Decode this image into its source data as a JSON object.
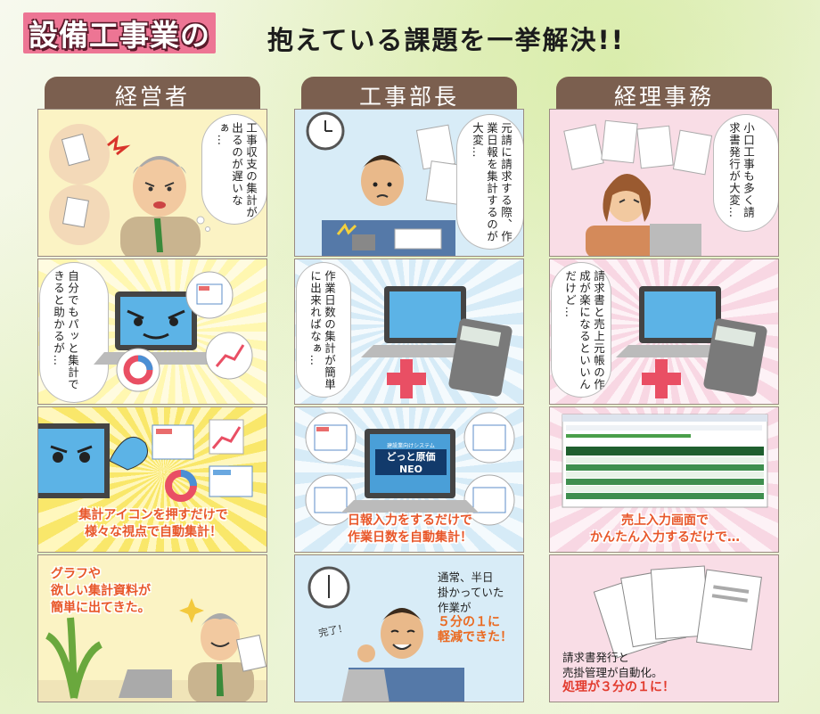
{
  "header": {
    "highlight": "設備工事業の",
    "rest": "抱えている課題を一挙解決!!"
  },
  "columns": [
    {
      "title": "経営者",
      "p1_text": "工事収支の集計が出るのが遅いなぁ…",
      "p2_text": "自分でもパッと集計できると助かるが…",
      "p3_caption_line1": "集計アイコンを押すだけで",
      "p3_caption_line2": "様々な視点で自動集計！",
      "p4_caption_line1": "グラフや",
      "p4_caption_line2": "欲しい集計資料が",
      "p4_caption_line3": "簡単に出てきた。"
    },
    {
      "title": "工事部長",
      "p1_text": "元請に請求する際、作業日報を集計するのが大変…",
      "p2_text": "作業日数の集計が簡単に出来ればなぁ…",
      "p3_screen_small": "建設業向けシステム",
      "p3_screen_logo": "どっと原価NEO",
      "p3_caption_line1": "日報入力をするだけで",
      "p3_caption_line2": "作業日数を自動集計！",
      "p4_bubble": "完了！",
      "p4_line1": "通常、半日",
      "p4_line2": "掛かっていた",
      "p4_line3": "作業が",
      "p4_line4": "５分の１に",
      "p4_line5": "軽減できた！"
    },
    {
      "title": "経理事務",
      "p1_text": "小口工事も多く請求書発行が大変…",
      "p2_text": "請求書と売上元帳の作成が楽になるといいんだけど…",
      "p3_caption_line1": "売上入力画面で",
      "p3_caption_line2": "かんたん入力するだけで…",
      "p4_line1": "請求書発行と",
      "p4_line2": "売掛管理が自動化。",
      "p4_line3": "処理が３分の１に！"
    }
  ],
  "colors": {
    "accent_pink": "#ed7594",
    "header_brown": "#7b5f4f",
    "caption_orange": "#e8572a",
    "highlight_red": "#e23b2e"
  }
}
